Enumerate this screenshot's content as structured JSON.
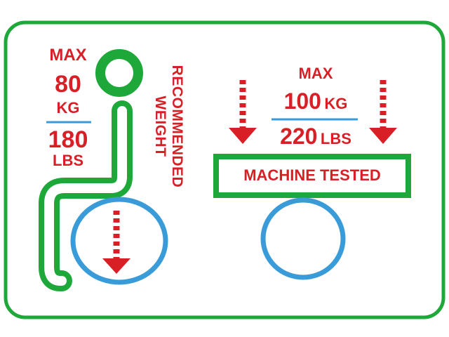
{
  "colors": {
    "green": "#1fa83a",
    "red": "#d91f26",
    "blue": "#3a9bd9",
    "background": "#ffffff"
  },
  "icons": [
    "seated-person-icon",
    "wheel-icon",
    "down-arrow-icon"
  ],
  "left_panel": {
    "max_label": "MAX",
    "kg_value": "80",
    "kg_unit": "KG",
    "lbs_value": "180",
    "lbs_unit": "LBS",
    "caption_line1": "RECOMMENDED",
    "caption_line2": "WEIGHT"
  },
  "right_panel": {
    "max_label": "MAX",
    "kg_value": "100",
    "kg_unit": "KG",
    "lbs_value": "220",
    "lbs_unit": "LBS",
    "banner": "MACHINE TESTED"
  }
}
